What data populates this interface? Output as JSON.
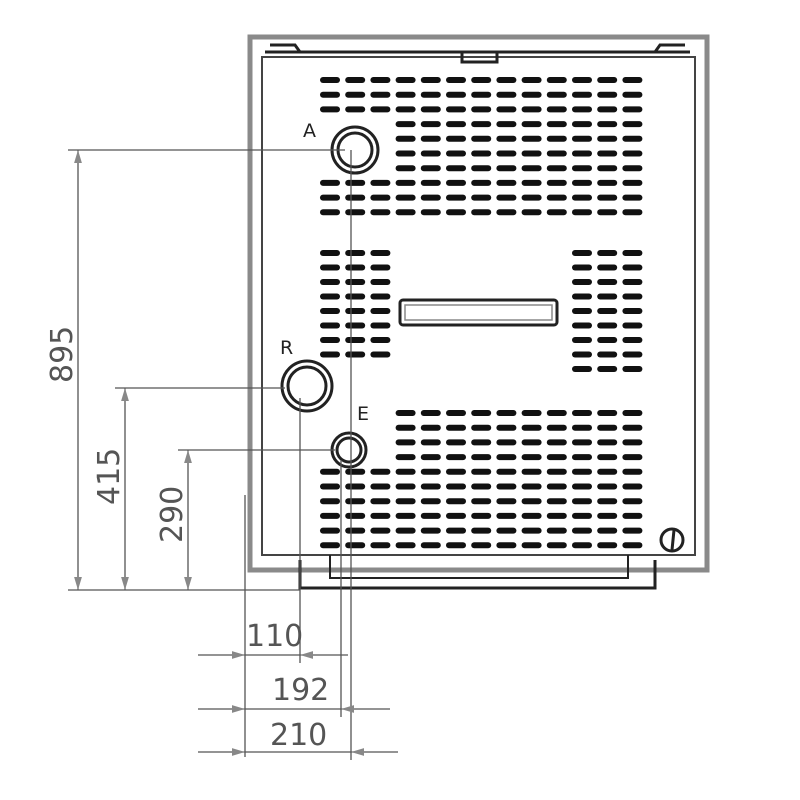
{
  "connections": {
    "A": {
      "label": "A"
    },
    "R": {
      "label": "R"
    },
    "E": {
      "label": "E"
    }
  },
  "dimensions": {
    "vertical": [
      "895",
      "415",
      "290"
    ],
    "horizontal": [
      "110",
      "192",
      "210"
    ]
  },
  "colors": {
    "frame": "#8a8a8a",
    "line": "#222222",
    "dim_text": "#555555"
  }
}
